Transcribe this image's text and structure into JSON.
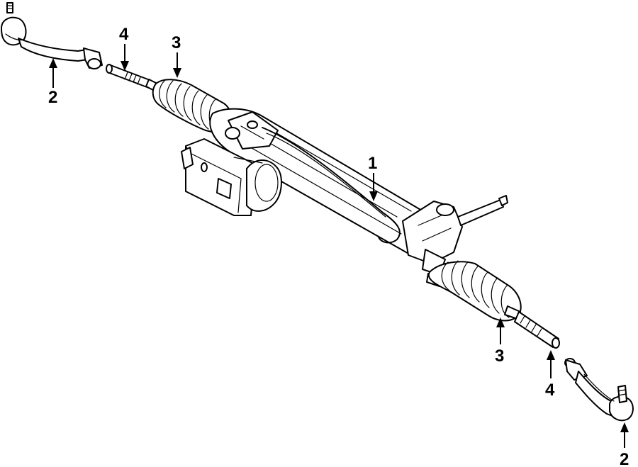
{
  "callouts": {
    "rack_assembly": "1",
    "tie_rod_end_left": "2",
    "tie_rod_end_right": "2",
    "boot_left": "3",
    "boot_right": "3",
    "inner_rod_left": "4",
    "inner_rod_right": "4"
  }
}
